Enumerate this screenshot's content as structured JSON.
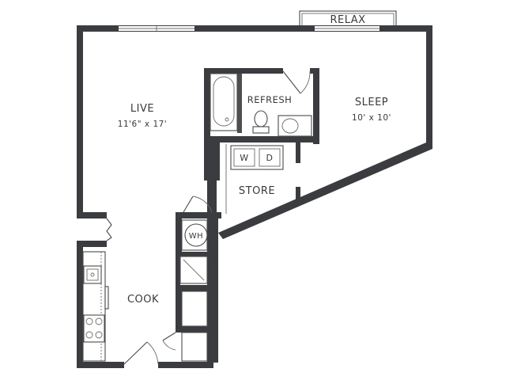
{
  "rooms": {
    "relax": {
      "label": "RELAX"
    },
    "refresh": {
      "label": "REFRESH"
    },
    "sleep": {
      "label": "SLEEP",
      "dimensions": "10' x 10'"
    },
    "live": {
      "label": "LIVE",
      "dimensions": "11'6\" x 17'"
    },
    "store": {
      "label": "STORE"
    },
    "cook": {
      "label": "COOK"
    }
  },
  "appliances": {
    "washer": "W",
    "dryer": "D",
    "water_heater": "WH"
  },
  "colors": {
    "wall": "#3a3c3f",
    "line": "#4a4a4a",
    "background": "#ffffff"
  }
}
